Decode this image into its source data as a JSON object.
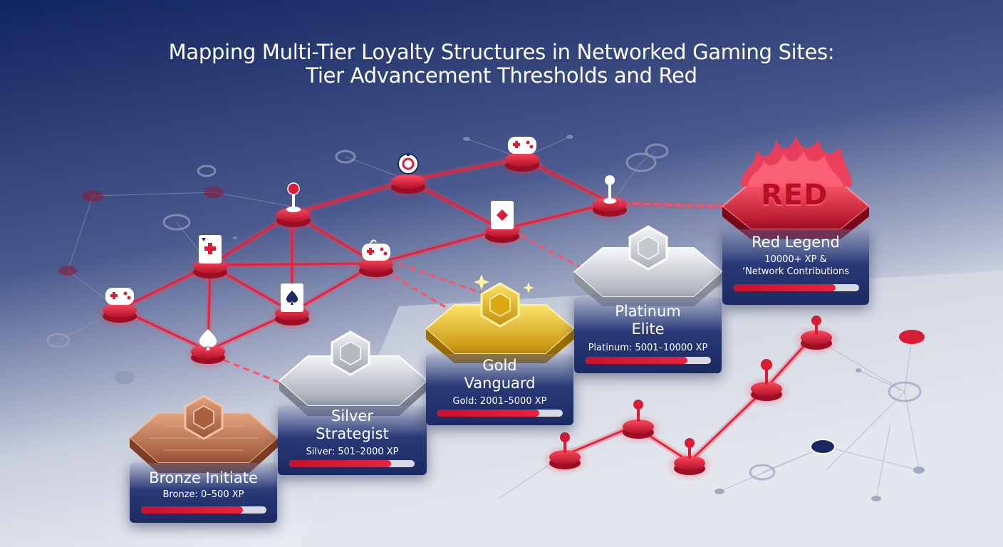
{
  "title": {
    "line1": "Mapping Multi-Tier Loyalty Structures in Networked Gaming Sites:",
    "line2": "Tier Advancement Thresholds and Red"
  },
  "colors": {
    "bg_top": "#142664",
    "bg_bottom": "#e6e8ef",
    "network_red": "#e8203a",
    "bronze": "#c07a56",
    "silver": "#c9ccd3",
    "gold": "#e3bb1a",
    "platinum": "#d6d9df",
    "red_legend": "#d01a30"
  },
  "tiers": [
    {
      "key": "bronze",
      "name_lines": [
        "Bronze Initiate"
      ],
      "threshold_lines": [
        "Bronze: 0–500 XP"
      ],
      "progress": 0.81,
      "emblem": "bronze-hex-emblem-icon"
    },
    {
      "key": "silver",
      "name_lines": [
        "Silver",
        "Strategist"
      ],
      "threshold_lines": [
        "Silver: 501–2000 XP"
      ],
      "progress": 0.81,
      "emblem": "silver-hex-emblem-icon"
    },
    {
      "key": "gold",
      "name_lines": [
        "Gold",
        "Vanguard"
      ],
      "threshold_lines": [
        "Gold: 2001–5000 XP"
      ],
      "progress": 0.81,
      "emblem": "gold-hex-emblem-icon"
    },
    {
      "key": "platinum",
      "name_lines": [
        "Platinum",
        "Elite"
      ],
      "threshold_lines": [
        "Platinum: 5001–10000 XP"
      ],
      "progress": 0.81,
      "emblem": "platinum-hex-emblem-icon"
    },
    {
      "key": "red",
      "name_lines": [
        "Red Legend"
      ],
      "threshold_lines": [
        "10000+ XP &",
        "‘Network Contributions"
      ],
      "progress": 0.81,
      "emblem": "flaming-red-badge-icon",
      "badge_text": "RED"
    }
  ],
  "network_icons": [
    "gamepad-icon",
    "card-icon",
    "spade-card-icon",
    "spade-icon",
    "joystick-icon",
    "chip-icon",
    "diamond-card-icon"
  ]
}
